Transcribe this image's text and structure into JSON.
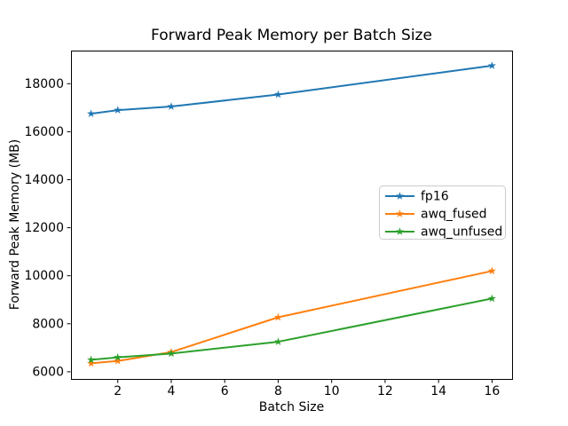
{
  "figure": {
    "background": "#ffffff"
  },
  "chart_data": {
    "type": "line",
    "title": "Forward Peak Memory per Batch Size",
    "xlabel": "Batch Size",
    "ylabel": "Forward Peak Memory (MB)",
    "x": [
      1,
      2,
      4,
      8,
      16
    ],
    "series": [
      {
        "name": "fp16",
        "color": "#1f77b4",
        "marker": "star",
        "values": [
          16750,
          16900,
          17050,
          17550,
          18750
        ]
      },
      {
        "name": "awq_fused",
        "color": "#ff7f0e",
        "marker": "star",
        "values": [
          6350,
          6450,
          6820,
          8270,
          10200
        ]
      },
      {
        "name": "awq_unfused",
        "color": "#2ca02c",
        "marker": "star",
        "values": [
          6500,
          6600,
          6760,
          7250,
          9050
        ]
      }
    ],
    "xlim": [
      0.25,
      16.75
    ],
    "ylim": [
      5700,
      19380
    ],
    "xticks": [
      2,
      4,
      6,
      8,
      10,
      12,
      14,
      16
    ],
    "yticks": [
      6000,
      8000,
      10000,
      12000,
      14000,
      16000,
      18000
    ],
    "grid": false,
    "legend": {
      "position": "center right",
      "entries": [
        "fp16",
        "awq_fused",
        "awq_unfused"
      ]
    },
    "axis_color": "#000000",
    "text_color": "#000000"
  }
}
